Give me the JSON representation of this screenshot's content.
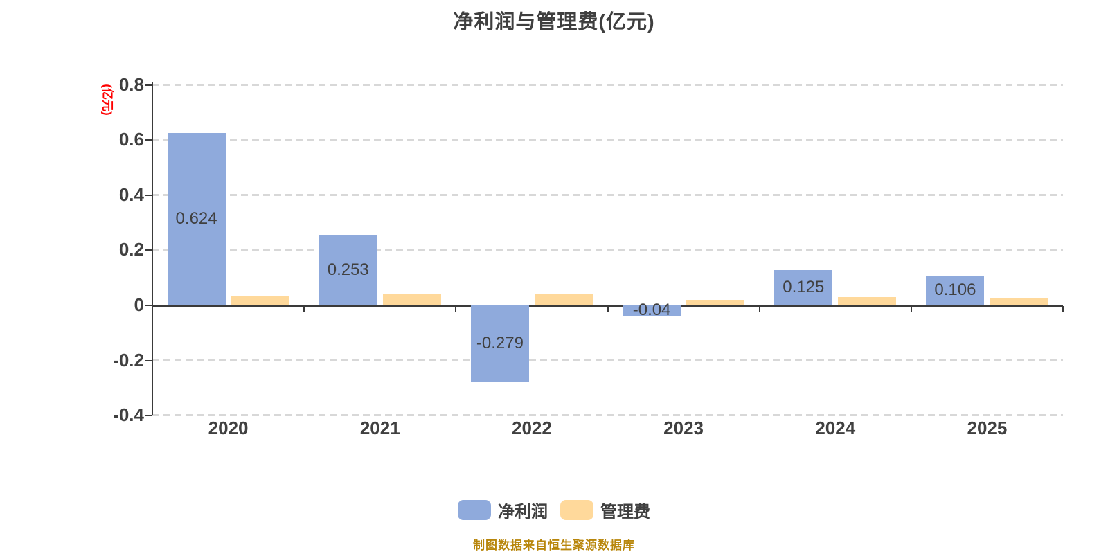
{
  "chart_data": {
    "type": "bar",
    "title": "净利润与管理费(亿元)",
    "unit_label": "(亿元)",
    "categories": [
      "2020",
      "2021",
      "2022",
      "2023",
      "2024",
      "2025"
    ],
    "series": [
      {
        "name": "净利润",
        "color": "#8FAADC",
        "values": [
          0.624,
          0.253,
          -0.279,
          -0.04,
          0.125,
          0.106
        ],
        "data_labels": [
          "0.624",
          "0.253",
          "-0.279",
          "-0.04",
          "0.125",
          "0.106"
        ]
      },
      {
        "name": "管理费",
        "color": "#FFD99B",
        "values": [
          0.033,
          0.037,
          0.037,
          0.018,
          0.028,
          0.025
        ]
      }
    ],
    "ylim": [
      -0.4,
      0.8
    ],
    "y_ticks": [
      "0.8",
      "0.6",
      "0.4",
      "0.2",
      "0",
      "-0.2",
      "-0.4"
    ],
    "grid": "horizontal-dashed",
    "legend_position": "bottom"
  },
  "footer": {
    "source_note": "制图数据来自恒生聚源数据库"
  },
  "colors": {
    "net_profit_bar": "#8FAADC",
    "management_fee_bar": "#FFD99B",
    "unit_label_red": "#FF0000",
    "gridline": "#D8D8D8",
    "axis": "#3a3a3a",
    "text": "#404040",
    "source_note_gold": "#B8860B",
    "background": "#FFFFFF"
  }
}
